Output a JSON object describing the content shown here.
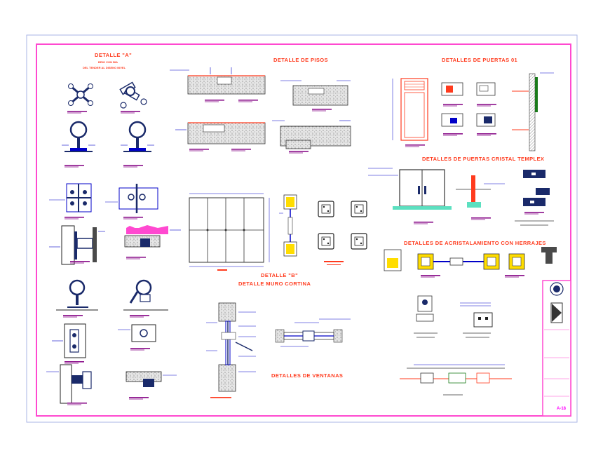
{
  "colors": {
    "outer_border": "#aab4e6",
    "inner_border": "#ff49d0",
    "label_red": "#ff3b1e",
    "line_blue": "#0000c8",
    "steel_dark": "#1a2a6a",
    "underline_magenta": "#8a0f8a",
    "concrete_gray": "#b4b4b4"
  },
  "titles": {
    "detalle_a": "DETALLE \"A\"",
    "detalle_a_sub1": "BRIO CON BIA",
    "detalle_a_sub2": "DEL TENDER AL DISENO NIVEL",
    "detalle_pisos": "DETALLE DE PISOS",
    "detalles_puertas": "DETALLES DE PUERTAS 01",
    "detalles_cristal": "DETALLES DE PUERTAS CRISTAL TEMPLEX",
    "detalle_b": "DETALLE \"B\"",
    "muro_cortina": "DETALLE MURO CORTINA",
    "acristalamiento": "DETALLES DE ACRISTALAMIENTO CON HERRAJES",
    "ventanas": "DETALLES DE VENTANAS"
  },
  "title_block": {
    "sheet_number": "A-18"
  },
  "icons": {
    "spider_fitting": "spider-fitting-icon",
    "logo": "logo-seal-icon"
  }
}
